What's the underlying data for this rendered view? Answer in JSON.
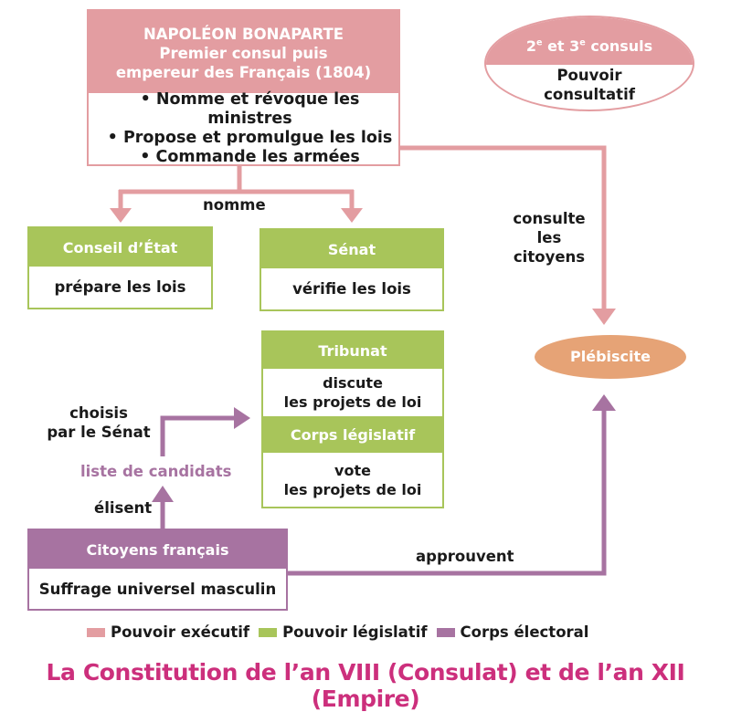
{
  "colors": {
    "executive": "#e39da1",
    "legislative": "#a8c55a",
    "electoral": "#a773a1",
    "plebiscite": "#e6a376",
    "title": "#cc2f7c"
  },
  "napoleon": {
    "title_line1": "NAPOLÉON BONAPARTE",
    "title_line2": "Premier consul puis",
    "title_line3": "empereur des Français (1804)",
    "powers": [
      "• Nomme et révoque les ministres",
      "• Propose et promulgue les lois",
      "• Commande les armées"
    ]
  },
  "consuls": {
    "title_num1": "2",
    "title_sup1": "e",
    "title_mid": " et 3",
    "title_sup2": "e",
    "title_end": " consuls",
    "body_line1": "Pouvoir",
    "body_line2": "consultatif"
  },
  "conseil_etat": {
    "title": "Conseil d’État",
    "body": "prépare les lois"
  },
  "senat": {
    "title": "Sénat",
    "body": "vérifie les lois"
  },
  "tribunat": {
    "title": "Tribunat",
    "body_line1": "discute",
    "body_line2": "les projets de loi"
  },
  "corps_legislatif": {
    "title": "Corps législatif",
    "body_line1": "vote",
    "body_line2": "les projets de loi"
  },
  "citoyens": {
    "title": "Citoyens français",
    "body": "Suffrage universel masculin"
  },
  "plebiscite": {
    "label": "Plébiscite"
  },
  "labels": {
    "nomme": "nomme",
    "consulte_line1": "consulte",
    "consulte_line2": "les",
    "consulte_line3": "citoyens",
    "choisis_line1": "choisis",
    "choisis_line2": "par le Sénat",
    "liste": "liste de candidats",
    "elisent": "élisent",
    "approuvent": "approuvent"
  },
  "legend": [
    {
      "label": "Pouvoir exécutif",
      "color": "#e39da1"
    },
    {
      "label": "Pouvoir législatif",
      "color": "#a8c55a"
    },
    {
      "label": "Corps électoral",
      "color": "#a773a1"
    }
  ],
  "title": "La Constitution de l’an VIII (Consulat) et de l’an XII (Empire)"
}
